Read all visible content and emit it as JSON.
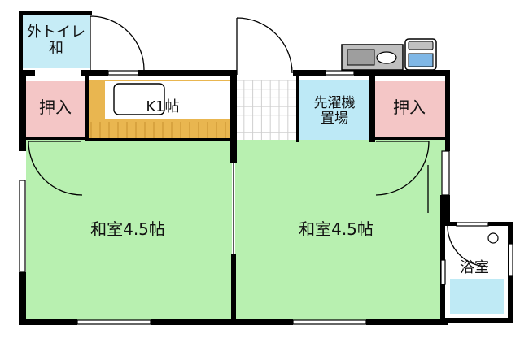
{
  "colors": {
    "wall": "#000000",
    "tatami_room": "#b8f0b0",
    "closet": "#f4c6c6",
    "laundry": "#bde9f6",
    "bath_tub": "#bfeaf5",
    "kitchen_floor": "#e9b650",
    "toilet_floor": "#c6ecf6",
    "tile": "#cfcfcf",
    "stove": "#bfbfbf",
    "fixture": "#000000"
  },
  "rooms": {
    "toilet_line1": "外トイレ",
    "toilet_line2": "和",
    "closet_left": "押入",
    "kitchen": "K1帖",
    "laundry_line1": "先濯機",
    "laundry_line2": "置場",
    "closet_right": "押入",
    "room_left": "和室4.5帖",
    "room_right": "和室4.5帖",
    "bath": "浴室"
  }
}
